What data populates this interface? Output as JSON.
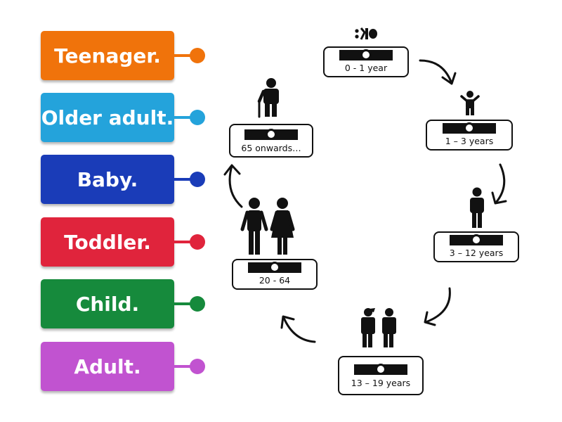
{
  "labels": [
    {
      "text": "Teenager.",
      "color": "#f0730b"
    },
    {
      "text": "Older adult.",
      "color": "#24a3db"
    },
    {
      "text": "Baby.",
      "color": "#1a3cb8"
    },
    {
      "text": "Toddler.",
      "color": "#e0243c"
    },
    {
      "text": "Child.",
      "color": "#168a3c"
    },
    {
      "text": "Adult.",
      "color": "#c153d0"
    }
  ],
  "stages": [
    {
      "text": "0 - 1 year",
      "icon": "baby-icon"
    },
    {
      "text": "1 – 3 years",
      "icon": "toddler-icon"
    },
    {
      "text": "3 – 12 years",
      "icon": "child-icon"
    },
    {
      "text": "13 – 19 years",
      "icon": "teenagers-icon"
    },
    {
      "text": "20 - 64",
      "icon": "adults-icon"
    },
    {
      "text": "65 onwards…",
      "icon": "older-adult-icon"
    }
  ]
}
